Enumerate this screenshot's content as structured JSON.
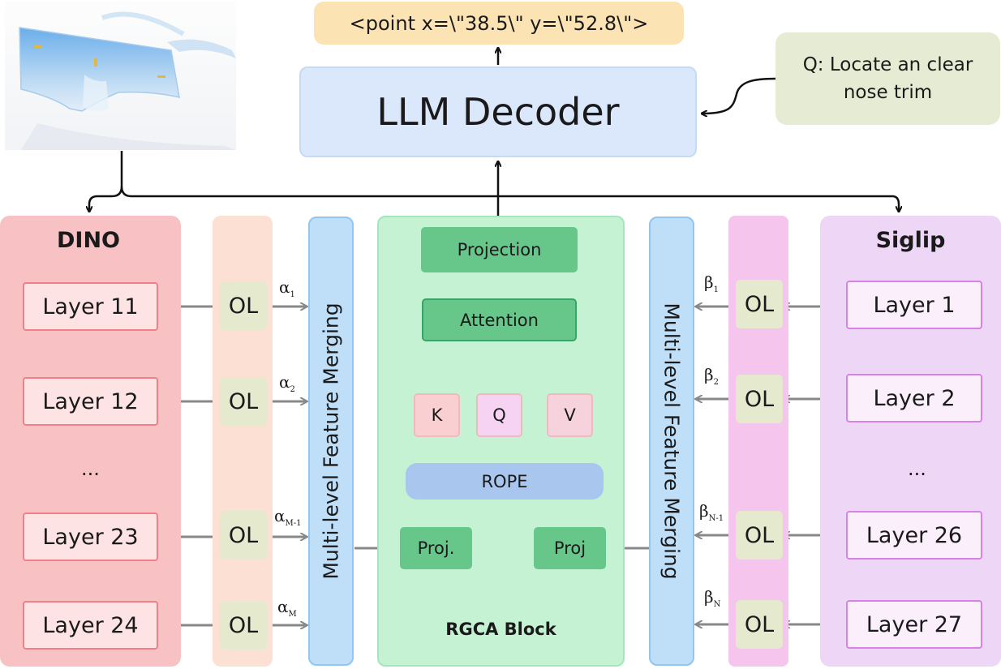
{
  "output": {
    "text": "<point x=\\\"38.5\\\" y=\\\"52.8\\\">"
  },
  "decoder": {
    "label": "LLM Decoder"
  },
  "question": {
    "text": "Q: Locate an clear nose trim"
  },
  "dino": {
    "title": "DINO",
    "layers": [
      "Layer 11",
      "Layer 12",
      "Layer 23",
      "Layer 24"
    ],
    "ellipsis": "..."
  },
  "siglip": {
    "title": "Siglip",
    "layers": [
      "Layer 1",
      "Layer 2",
      "Layer 26",
      "Layer 27"
    ],
    "ellipsis": "..."
  },
  "ol_label": "OL",
  "merge_label": "Multi-level Feature Merging",
  "alphas": [
    {
      "sym": "α",
      "sub": "1"
    },
    {
      "sym": "α",
      "sub": "2"
    },
    {
      "sym": "α",
      "sub": "M-1"
    },
    {
      "sym": "α",
      "sub": "M"
    }
  ],
  "betas": [
    {
      "sym": "β",
      "sub": "1"
    },
    {
      "sym": "β",
      "sub": "2"
    },
    {
      "sym": "β",
      "sub": "N-1"
    },
    {
      "sym": "β",
      "sub": "N"
    }
  ],
  "rgca": {
    "projection": "Projection",
    "attention": "Attention",
    "k": "K",
    "q": "Q",
    "v": "V",
    "rope": "ROPE",
    "proj_left": "Proj.",
    "proj_right": "Proj",
    "label": "RGCA Block"
  },
  "colors": {
    "dino_bg": "#f8c2c4",
    "siglip_bg": "#eed6f6",
    "rgca_bg": "#c5f2d3",
    "merge_bg": "#bfdff9",
    "decoder_bg": "#dbe7fb",
    "output_bg": "#fbe3b4",
    "question_bg": "#e6ecd3",
    "green_box": "#67c78a",
    "rope": "#a9c6ee"
  }
}
